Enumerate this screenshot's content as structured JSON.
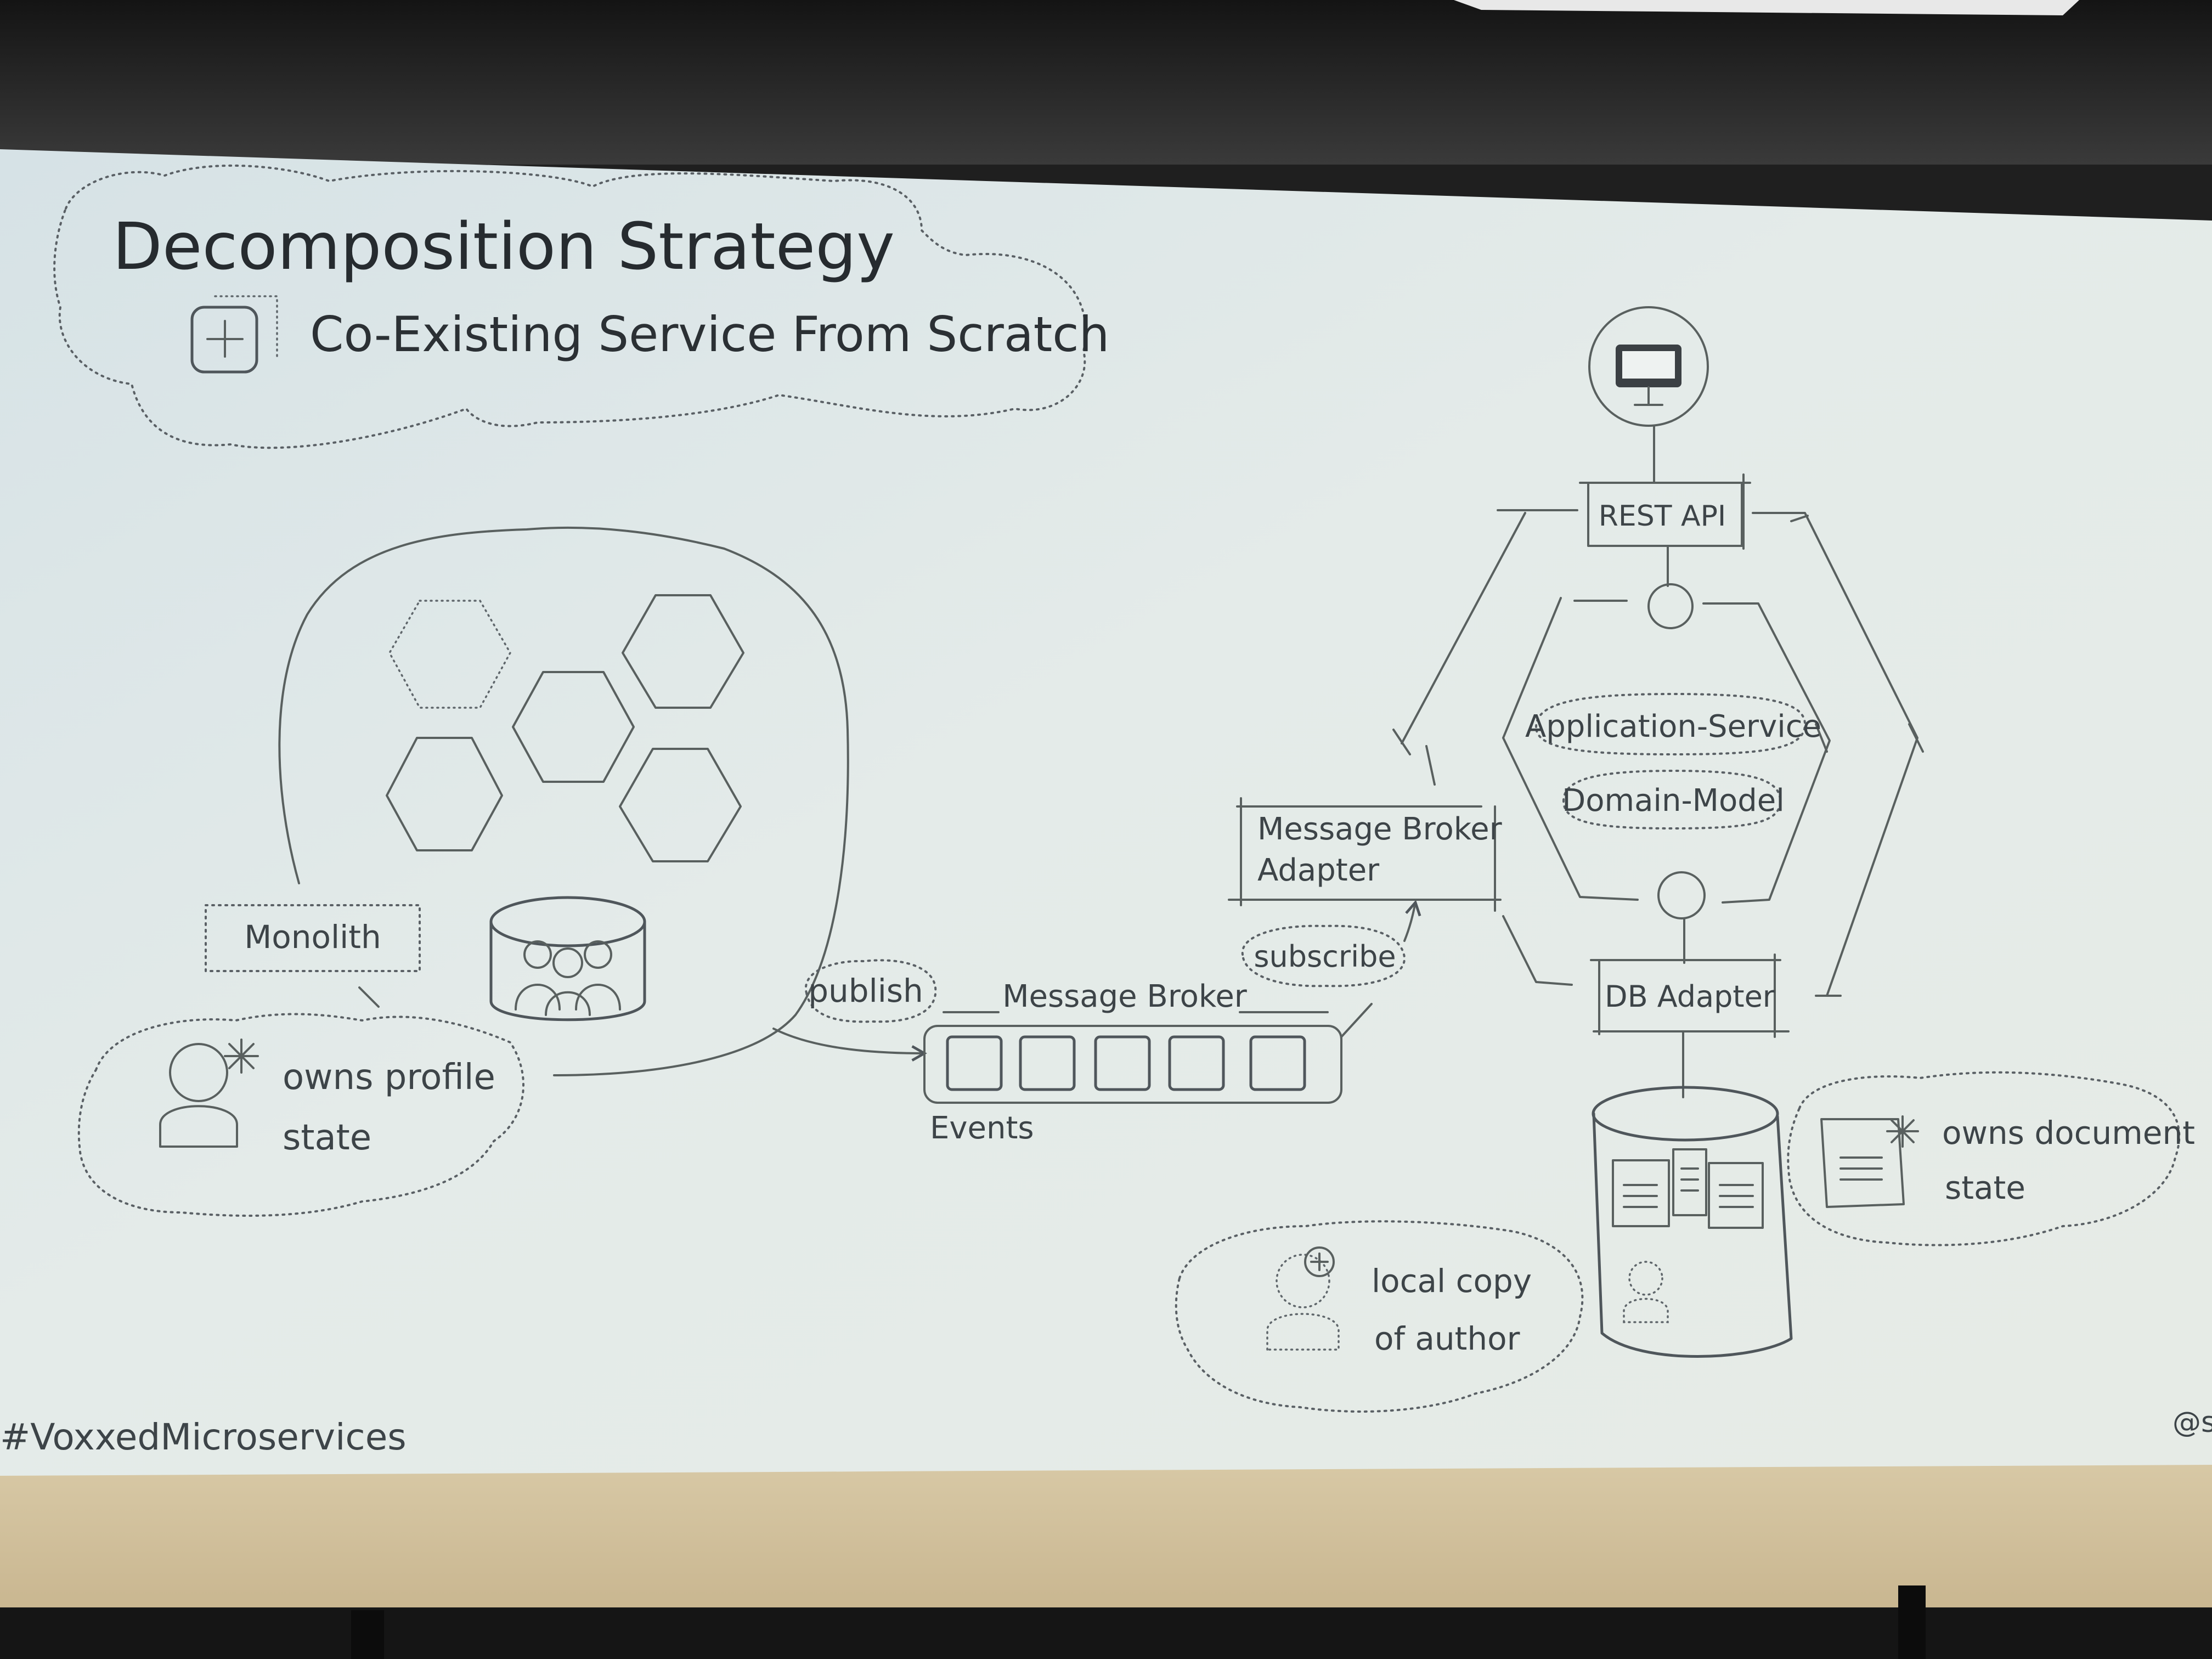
{
  "slide": {
    "title": "Decomposition Strategy",
    "subtitle": "Co-Existing Service From Scratch",
    "hashtag": "#VoxxedMicroservices",
    "handle": "@s"
  },
  "diagram": {
    "monolith_label": "Monolith",
    "monolith_note_line1": "owns profile",
    "monolith_note_line2": "state",
    "publish_label": "publish",
    "broker_label": "Message Broker",
    "events_label": "Events",
    "subscribe_label": "subscribe",
    "adapter_line1": "Message Broker",
    "adapter_line2": "Adapter",
    "rest_api_label": "REST API",
    "app_service_label": "Application-Service",
    "domain_model_label": "Domain-Model",
    "db_adapter_label": "DB Adapter",
    "document_note_line1": "owns document",
    "document_note_line2": "state",
    "author_note_line1": "local copy",
    "author_note_line2": "of author"
  },
  "icons": [
    "add-service-icon",
    "monitor-icon",
    "user-star-icon",
    "user-plus-icon",
    "document-star-icon",
    "team-database-icon",
    "document-database-icon"
  ],
  "colors": {
    "screen": "#dde5e4",
    "ink": "#4f565b",
    "room": "#1f1f1f",
    "wall": "#d2c09a"
  }
}
